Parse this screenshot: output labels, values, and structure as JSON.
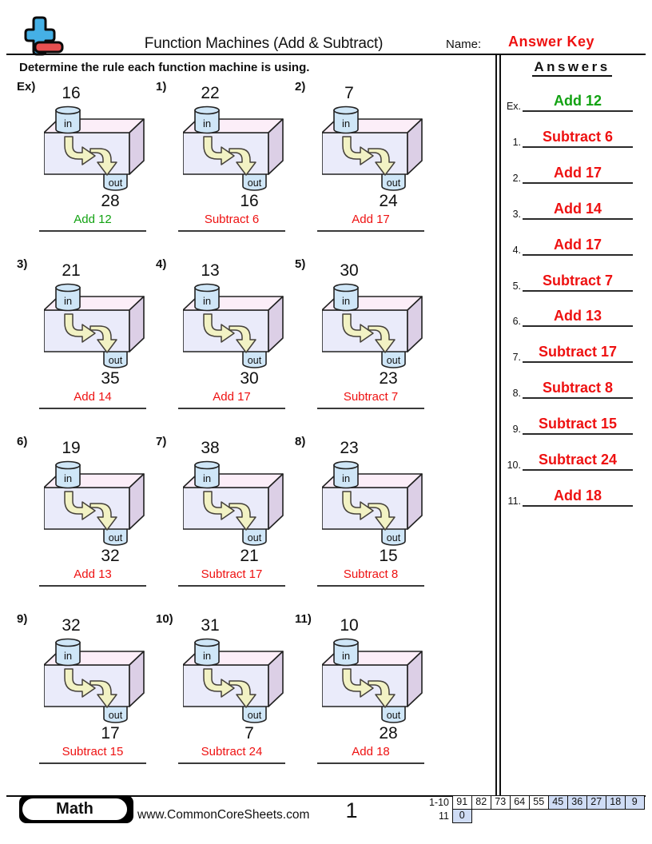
{
  "header": {
    "title": "Function Machines (Add & Subtract)",
    "name_label": "Name:",
    "name_value": "Answer Key",
    "name_value_color": "#ee1111",
    "instruction": "Determine the rule each function machine is using.",
    "logo": {
      "plus_color": "#45b0e6",
      "minus_color": "#e85050"
    }
  },
  "machine": {
    "in_label": "in",
    "out_label": "out",
    "colors": {
      "front": "#eaebfa",
      "top": "#fceef8",
      "side": "#dccfe6",
      "port": "#cfe6f7",
      "arrow": "#f2f2c4"
    }
  },
  "problems": [
    {
      "label": "Ex)",
      "input": "16",
      "output": "28",
      "rule": "Add 12",
      "rule_color": "#12a212"
    },
    {
      "label": "1)",
      "input": "22",
      "output": "16",
      "rule": "Subtract 6",
      "rule_color": "#ee1111"
    },
    {
      "label": "2)",
      "input": "7",
      "output": "24",
      "rule": "Add 17",
      "rule_color": "#ee1111"
    },
    {
      "label": "3)",
      "input": "21",
      "output": "35",
      "rule": "Add 14",
      "rule_color": "#ee1111"
    },
    {
      "label": "4)",
      "input": "13",
      "output": "30",
      "rule": "Add 17",
      "rule_color": "#ee1111"
    },
    {
      "label": "5)",
      "input": "30",
      "output": "23",
      "rule": "Subtract 7",
      "rule_color": "#ee1111"
    },
    {
      "label": "6)",
      "input": "19",
      "output": "32",
      "rule": "Add 13",
      "rule_color": "#ee1111"
    },
    {
      "label": "7)",
      "input": "38",
      "output": "21",
      "rule": "Subtract 17",
      "rule_color": "#ee1111"
    },
    {
      "label": "8)",
      "input": "23",
      "output": "15",
      "rule": "Subtract 8",
      "rule_color": "#ee1111"
    },
    {
      "label": "9)",
      "input": "32",
      "output": "17",
      "rule": "Subtract 15",
      "rule_color": "#ee1111"
    },
    {
      "label": "10)",
      "input": "31",
      "output": "7",
      "rule": "Subtract 24",
      "rule_color": "#ee1111"
    },
    {
      "label": "11)",
      "input": "10",
      "output": "28",
      "rule": "Add 18",
      "rule_color": "#ee1111"
    }
  ],
  "answers_panel": {
    "title": "Answers",
    "items": [
      {
        "num": "Ex.",
        "text": "Add 12",
        "color": "#12a212"
      },
      {
        "num": "1.",
        "text": "Subtract 6",
        "color": "#ee1111"
      },
      {
        "num": "2.",
        "text": "Add 17",
        "color": "#ee1111"
      },
      {
        "num": "3.",
        "text": "Add 14",
        "color": "#ee1111"
      },
      {
        "num": "4.",
        "text": "Add 17",
        "color": "#ee1111"
      },
      {
        "num": "5.",
        "text": "Subtract 7",
        "color": "#ee1111"
      },
      {
        "num": "6.",
        "text": "Add 13",
        "color": "#ee1111"
      },
      {
        "num": "7.",
        "text": "Subtract 17",
        "color": "#ee1111"
      },
      {
        "num": "8.",
        "text": "Subtract 8",
        "color": "#ee1111"
      },
      {
        "num": "9.",
        "text": "Subtract 15",
        "color": "#ee1111"
      },
      {
        "num": "10.",
        "text": "Subtract 24",
        "color": "#ee1111"
      },
      {
        "num": "11.",
        "text": "Add 18",
        "color": "#ee1111"
      }
    ]
  },
  "footer": {
    "badge_label": "Math",
    "website": "www.CommonCoreSheets.com",
    "page_number": "1",
    "score_grid": {
      "highlight_color": "#cfdcf5",
      "rows": [
        {
          "label": "1-10",
          "cells": [
            {
              "value": "91",
              "highlighted": false
            },
            {
              "value": "82",
              "highlighted": false
            },
            {
              "value": "73",
              "highlighted": false
            },
            {
              "value": "64",
              "highlighted": false
            },
            {
              "value": "55",
              "highlighted": false
            },
            {
              "value": "45",
              "highlighted": true
            },
            {
              "value": "36",
              "highlighted": true
            },
            {
              "value": "27",
              "highlighted": true
            },
            {
              "value": "18",
              "highlighted": true
            },
            {
              "value": "9",
              "highlighted": true
            }
          ]
        },
        {
          "label": "11",
          "cells": [
            {
              "value": "0",
              "highlighted": true
            }
          ]
        }
      ]
    }
  }
}
